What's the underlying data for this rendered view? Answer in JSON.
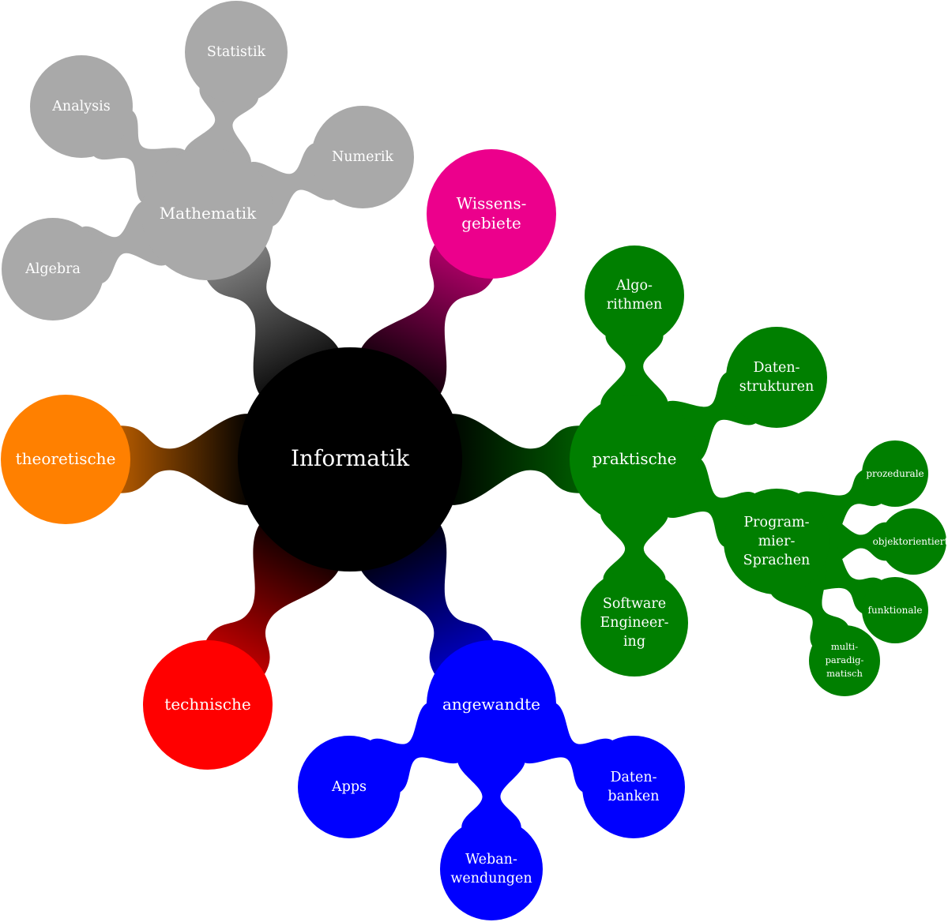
{
  "colors": {
    "root": "#000000",
    "mathematik": "#a9a9a9",
    "wissensgebiete": "#ec008c",
    "praktische": "#007f00",
    "angewandte": "#0000ff",
    "technische": "#ff0000",
    "theoretische": "#ff8000",
    "label": "#ffffff",
    "background": "#ffffff"
  },
  "nodes": {
    "root": {
      "label": "Informatik"
    },
    "mathematik": {
      "label": "Mathematik"
    },
    "statistik": {
      "label": "Statistik"
    },
    "analysis": {
      "label": "Analysis"
    },
    "numerik": {
      "label": "Numerik"
    },
    "algebra": {
      "label": "Algebra"
    },
    "wissensgebiete": {
      "lines": [
        "Wissens-",
        "gebiete"
      ]
    },
    "praktische": {
      "label": "praktische"
    },
    "algorithmen": {
      "lines": [
        "Algo-",
        "rithmen"
      ]
    },
    "datenstrukturen": {
      "lines": [
        "Daten-",
        "strukturen"
      ]
    },
    "programmiersprachen": {
      "lines": [
        "Program-",
        "mier-",
        "Sprachen"
      ]
    },
    "prozedurale": {
      "label": "prozedurale"
    },
    "objektorientierte": {
      "label": "objektorientierte"
    },
    "funktionale": {
      "label": "funktionale"
    },
    "multiparadigmatisch": {
      "lines": [
        "multi-",
        "paradig-",
        "matisch"
      ]
    },
    "software_engineering": {
      "lines": [
        "Software",
        "Engineer-",
        "ing"
      ]
    },
    "angewandte": {
      "label": "angewandte"
    },
    "apps": {
      "label": "Apps"
    },
    "webanwendungen": {
      "lines": [
        "Weban-",
        "wendungen"
      ]
    },
    "datenbanken": {
      "lines": [
        "Daten-",
        "banken"
      ]
    },
    "technische": {
      "label": "technische"
    },
    "theoretische": {
      "label": "theoretische"
    }
  }
}
